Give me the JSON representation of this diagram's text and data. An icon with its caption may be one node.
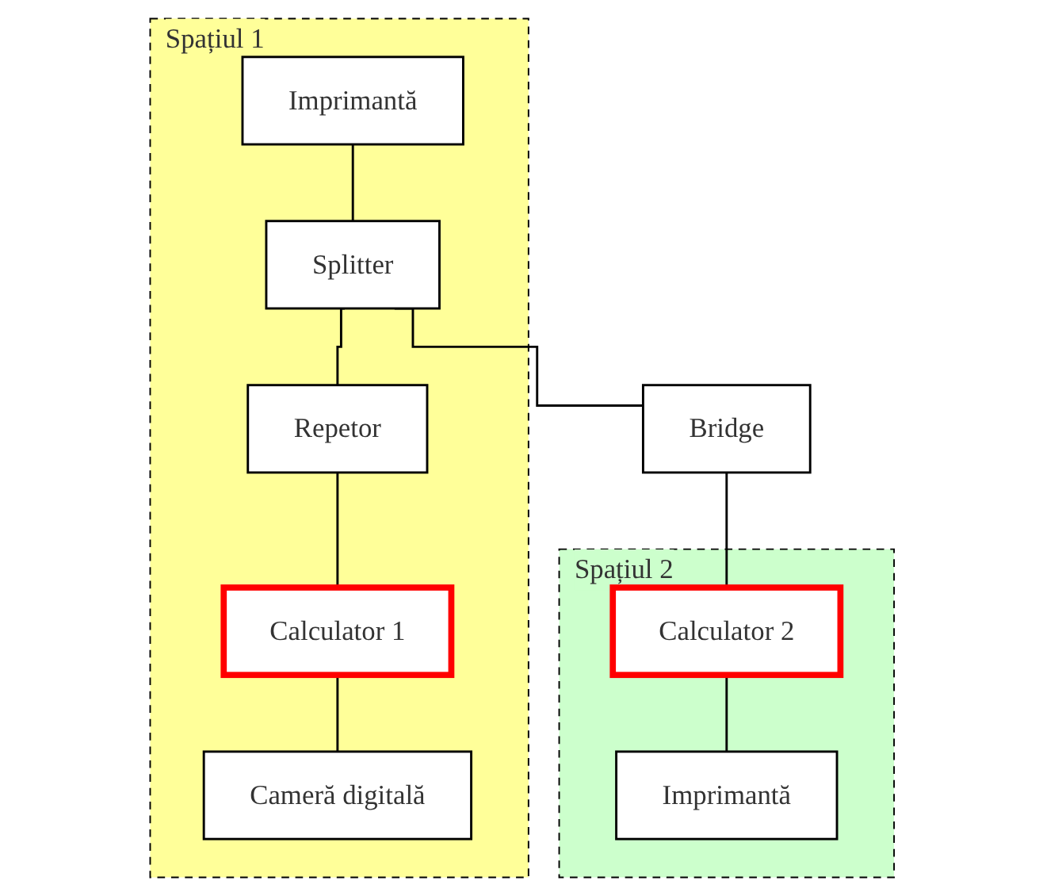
{
  "diagram": {
    "nodes": [
      {
        "text": [
          "Spațiul 1"
        ]
      },
      {
        "text": [
          "Imprimantă"
        ],
        "in": 0
      },
      {
        "text": [
          "Splitter"
        ],
        "in": 0
      },
      {
        "text": [
          "Repetor"
        ],
        "in": 0
      },
      {
        "text": [
          "Calculator 1"
        ],
        "in": 0
      },
      {
        "text": [
          "Cameră digitală"
        ],
        "in": 0
      },
      {
        "text": [
          "Bridge"
        ]
      },
      {
        "text": [
          "Spațiul 2"
        ]
      },
      {
        "text": [
          "Calculator 2"
        ],
        "in": 7
      },
      {
        "text": [
          "Imprimantă"
        ],
        "in": 7
      }
    ],
    "edges": [
      {
        "from": 1,
        "to": 2,
        "arrow": "none"
      },
      {
        "from": 2,
        "to": 3,
        "arrow": "none"
      },
      {
        "from": 2,
        "to": 6,
        "arrow": "none"
      },
      {
        "from": 3,
        "to": 4,
        "arrow": "none"
      },
      {
        "from": 4,
        "to": 5,
        "arrow": "none"
      },
      {
        "from": 6,
        "to": 8,
        "arrow": "none"
      },
      {
        "from": 8,
        "to": 9,
        "arrow": "none"
      }
    ]
  }
}
